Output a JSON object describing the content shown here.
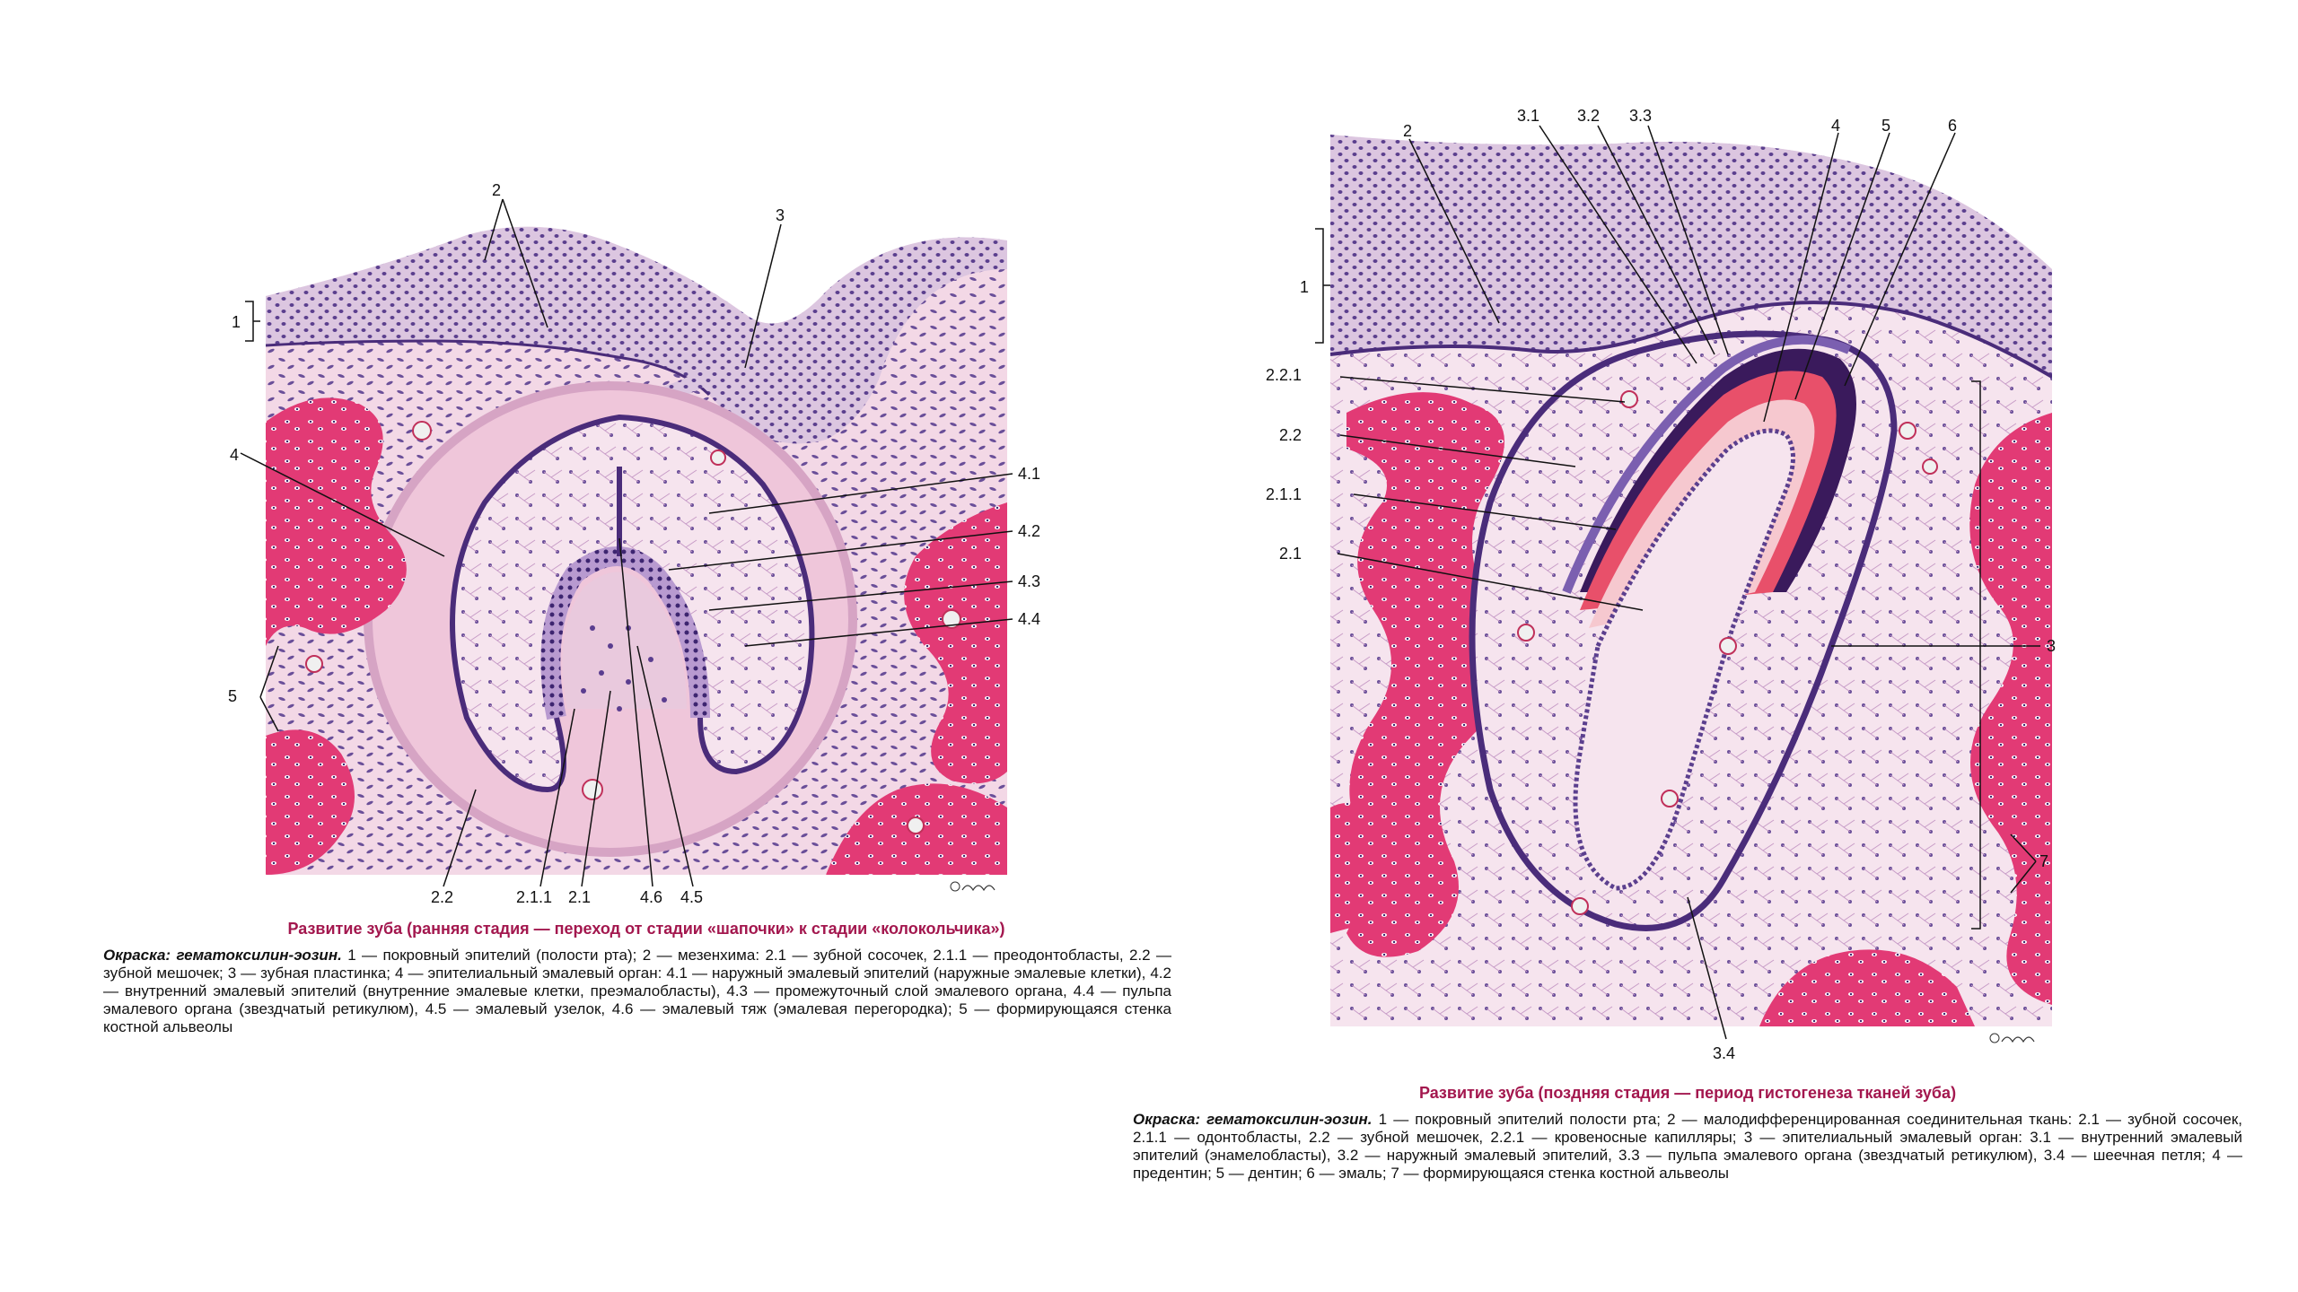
{
  "figure1": {
    "labels": {
      "l1": "1",
      "l2": "2",
      "l3": "3",
      "l4": "4",
      "l5": "5",
      "l41": "4.1",
      "l42": "4.2",
      "l43": "4.3",
      "l44": "4.4",
      "l22": "2.2",
      "l211": "2.1.1",
      "l21": "2.1",
      "l46": "4.6",
      "l45": "4.5"
    },
    "title": "Развитие зуба (ранняя стадия — переход от стадии «шапочки» к стадии «колокольчика»)",
    "stain": "Окраска: гематоксилин-эозин.",
    "caption": " 1 — покровный эпителий (полости рта); 2 — мезенхима: 2.1 — зубной сосочек, 2.1.1 — преодонтобласты, 2.2 — зубной мешочек; 3 — зубная пластинка; 4 — эпителиальный эмалевый орган: 4.1 — наружный эмалевый эпителий (наружные эмалевые клетки), 4.2 — внутренний эмалевый эпителий (внутренние эмалевые клетки, преэмалобласты), 4.3 — промежуточный слой эмалевого органа, 4.4 — пульпа эмалевого органа (звездчатый ретикулюм), 4.5 — эмалевый узелок, 4.6 — эмалевый тяж (эмалевая перегородка); 5 — формирующаяся стенка костной альвеолы"
  },
  "figure2": {
    "labels": {
      "l2": "2",
      "l31": "3.1",
      "l32": "3.2",
      "l33": "3.3",
      "l4": "4",
      "l5": "5",
      "l6": "6",
      "l1": "1",
      "l221": "2.2.1",
      "l22": "2.2",
      "l211": "2.1.1",
      "l21": "2.1",
      "l3": "3",
      "l7": "7",
      "l34": "3.4"
    },
    "title": "Развитие зуба (поздняя стадия — период гистогенеза тканей зуба)",
    "stain": "Окраска: гематоксилин-эозин.",
    "caption": " 1 — покровный эпителий полости рта; 2 — малодифференцированная соединительная ткань: 2.1 — зубной сосочек, 2.1.1 — одонтобласты, 2.2 — зубной мешочек, 2.2.1 — кровеносные капилляры; 3 — эпителиальный эмалевый орган: 3.1 — внутренний эмалевый эпителий (энамелобласты), 3.2 — наружный эмалевый эпителий, 3.3 — пульпа эмалевого органа (звездчатый ретикулюм), 3.4 — шеечная петля; 4 — предентин; 5 — дентин; 6 — эмаль; 7 — формирующаяся стенка костной альвеолы"
  },
  "colors": {
    "tissue": "#f1d3e4",
    "epithelium": "#d7bfdc",
    "nucleus": "#4a2c7a",
    "bone": "#e0306f",
    "dentin": "#e8506a",
    "enamel": "#3a1a5c",
    "title": "#a3174e"
  }
}
